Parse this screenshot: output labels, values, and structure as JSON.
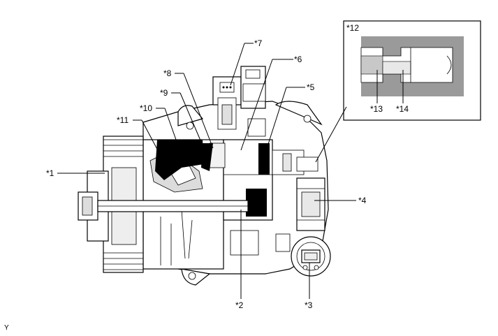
{
  "diagram": {
    "callouts": {
      "c1": "*1",
      "c2": "*2",
      "c3": "*3",
      "c4": "*4",
      "c5": "*5",
      "c6": "*6",
      "c7": "*7",
      "c8": "*8",
      "c9": "*9",
      "c10": "*10",
      "c11": "*11",
      "c12": "*12",
      "c13": "*13",
      "c14": "*14"
    },
    "corner_mark": "Y"
  }
}
